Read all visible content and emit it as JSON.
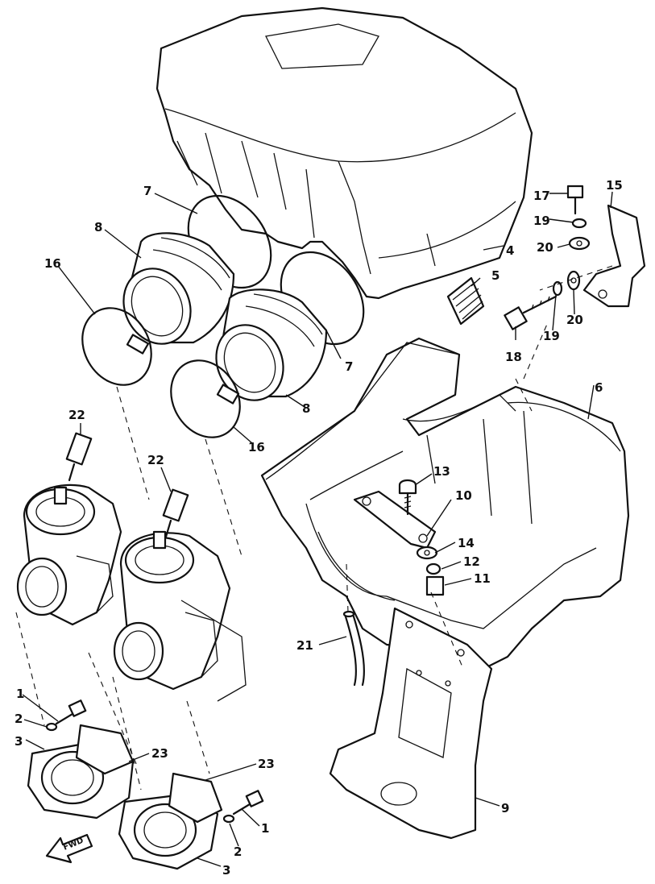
{
  "diagram": {
    "callouts": [
      {
        "id": "c1a",
        "text": "1"
      },
      {
        "id": "c1b",
        "text": "1"
      },
      {
        "id": "c2a",
        "text": "2"
      },
      {
        "id": "c2b",
        "text": "2"
      },
      {
        "id": "c3a",
        "text": "3"
      },
      {
        "id": "c3b",
        "text": "3"
      },
      {
        "id": "c4",
        "text": "4"
      },
      {
        "id": "c5",
        "text": "5"
      },
      {
        "id": "c6",
        "text": "6"
      },
      {
        "id": "c7a",
        "text": "7"
      },
      {
        "id": "c7b",
        "text": "7"
      },
      {
        "id": "c8a",
        "text": "8"
      },
      {
        "id": "c8b",
        "text": "8"
      },
      {
        "id": "c9",
        "text": "9"
      },
      {
        "id": "c10",
        "text": "10"
      },
      {
        "id": "c11",
        "text": "11"
      },
      {
        "id": "c12",
        "text": "12"
      },
      {
        "id": "c13",
        "text": "13"
      },
      {
        "id": "c14",
        "text": "14"
      },
      {
        "id": "c15",
        "text": "15"
      },
      {
        "id": "c16a",
        "text": "16"
      },
      {
        "id": "c16b",
        "text": "16"
      },
      {
        "id": "c17",
        "text": "17"
      },
      {
        "id": "c18",
        "text": "18"
      },
      {
        "id": "c19a",
        "text": "19"
      },
      {
        "id": "c19b",
        "text": "19"
      },
      {
        "id": "c20a",
        "text": "20"
      },
      {
        "id": "c20b",
        "text": "20"
      },
      {
        "id": "c21",
        "text": "21"
      },
      {
        "id": "c22a",
        "text": "22"
      },
      {
        "id": "c22b",
        "text": "22"
      },
      {
        "id": "c23a",
        "text": "23"
      },
      {
        "id": "c23b",
        "text": "23"
      }
    ],
    "fwd_label": "FWD",
    "line_color": "#111111",
    "background_color": "#ffffff"
  }
}
